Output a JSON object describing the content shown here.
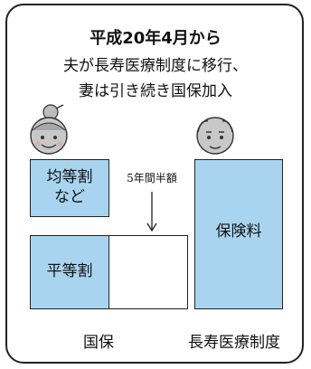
{
  "title": "平成20年4月から",
  "subtitle_line1": "夫が長寿医療制度に移行、",
  "subtitle_line2": "妻は引き続き国保加入",
  "boxes": {
    "kinto_line1": "均等割",
    "kinto_line2": "など",
    "heito": "平等割",
    "hokenryo": "保険料"
  },
  "note": "5年間半額",
  "captions": {
    "kokuho": "国保",
    "chouju": "長寿医療制度"
  },
  "icons": {
    "wife": "elderly-woman-icon",
    "husband": "elderly-man-icon"
  },
  "colors": {
    "box_fill": "#a9d4ef",
    "border": "#222222"
  }
}
